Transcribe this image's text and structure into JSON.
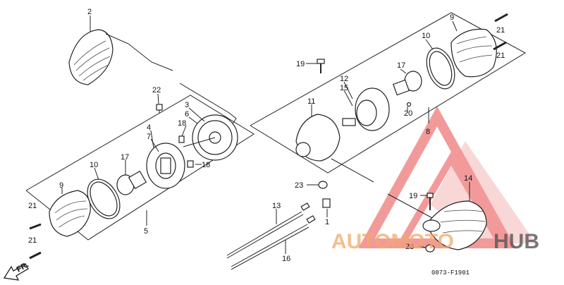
{
  "callouts": [
    {
      "id": "c2",
      "text": "2"
    },
    {
      "id": "c22",
      "text": "22"
    },
    {
      "id": "c3",
      "text": "3"
    },
    {
      "id": "c6",
      "text": "6"
    },
    {
      "id": "c4",
      "text": "4"
    },
    {
      "id": "c7",
      "text": "7"
    },
    {
      "id": "c18a",
      "text": "18"
    },
    {
      "id": "c18b",
      "text": "18"
    },
    {
      "id": "c17a",
      "text": "17"
    },
    {
      "id": "c10a",
      "text": "10"
    },
    {
      "id": "c9a",
      "text": "9"
    },
    {
      "id": "c21a",
      "text": "21"
    },
    {
      "id": "c21b",
      "text": "21"
    },
    {
      "id": "c5",
      "text": "5"
    },
    {
      "id": "c19a",
      "text": "19"
    },
    {
      "id": "c12",
      "text": "12"
    },
    {
      "id": "c15",
      "text": "15"
    },
    {
      "id": "c11",
      "text": "11"
    },
    {
      "id": "c17b",
      "text": "17"
    },
    {
      "id": "c10b",
      "text": "10"
    },
    {
      "id": "c9b",
      "text": "9"
    },
    {
      "id": "c21c",
      "text": "21"
    },
    {
      "id": "c21d",
      "text": "21"
    },
    {
      "id": "c20",
      "text": "20"
    },
    {
      "id": "c8",
      "text": "8"
    },
    {
      "id": "c23a",
      "text": "23"
    },
    {
      "id": "c13",
      "text": "13"
    },
    {
      "id": "c16",
      "text": "16"
    },
    {
      "id": "c1",
      "text": "1"
    },
    {
      "id": "c14",
      "text": "14"
    },
    {
      "id": "c19b",
      "text": "19"
    },
    {
      "id": "c23b",
      "text": "23"
    }
  ],
  "front_label": "FR.",
  "diagram_code": "0873-F1901",
  "watermark": {
    "part1": "AUTOMOTO",
    "part2": "HUB",
    "color_main": "#f0a868",
    "color_accent": "#555555",
    "logo_color": "#e84848"
  }
}
